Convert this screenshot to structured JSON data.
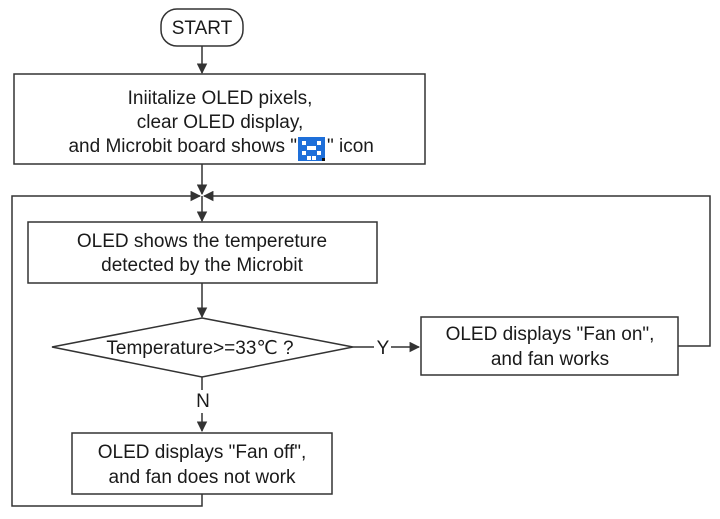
{
  "flowchart": {
    "start": {
      "label": "START"
    },
    "init": {
      "lines": [
        "Iniitalize OLED pixels,",
        "clear OLED display,",
        "and Microbit board shows \"",
        "\" icon"
      ]
    },
    "show_temp": {
      "lines": [
        "OLED shows the tempereture",
        "detected by the Microbit"
      ]
    },
    "decision": {
      "label": "Temperature>=33℃ ?"
    },
    "fan_on": {
      "lines": [
        "OLED displays \"Fan on\",",
        "and fan works"
      ]
    },
    "fan_off": {
      "lines": [
        "OLED displays \"Fan off\",",
        "and fan does not work"
      ]
    },
    "edges": {
      "yes_label": "Y",
      "no_label": "N"
    }
  },
  "icon": {
    "name": "pixel-face-icon",
    "color": "#1e6fd9"
  }
}
